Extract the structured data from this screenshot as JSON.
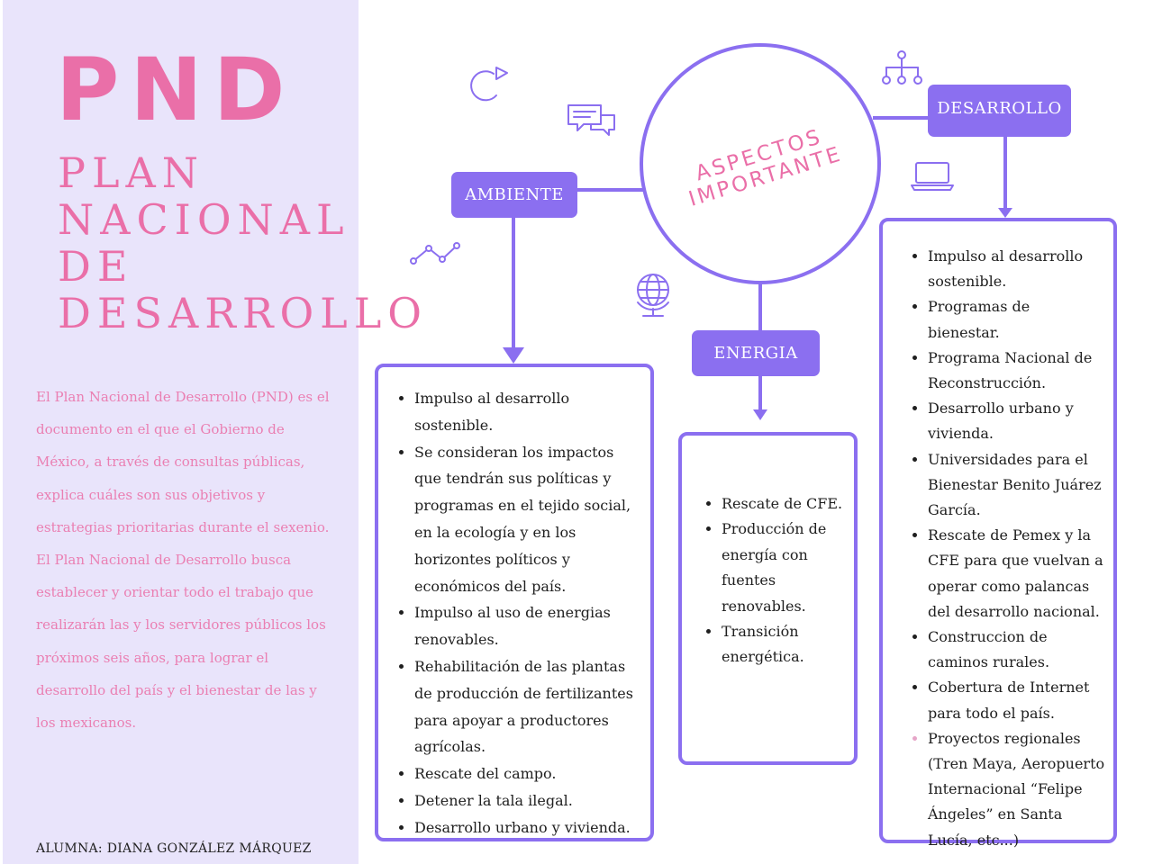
{
  "header": {
    "acronym": "PND",
    "fullname_lines": [
      "PLAN",
      "NACIONAL",
      "DE",
      "DESARROLLO"
    ]
  },
  "description": [
    "El Plan Nacional de Desarrollo (PND) es el documento en el que el Gobierno de México, a través de consultas públicas, explica cuáles son sus objetivos y estrategias prioritarias durante el sexenio.",
    "El Plan Nacional de Desarrollo busca establecer y orientar todo el trabajo que realizarán las y los servidores públicos los próximos seis años, para lograr el desarrollo del país y el bienestar de las y los mexicanos."
  ],
  "student": "ALUMNA: DIANA GONZÁLEZ MÁRQUEZ",
  "center": {
    "line1": "ASPECTOS",
    "line2": "IMPORTANTE"
  },
  "colors": {
    "accent": "#8b6ff0",
    "pink": "#ea6fa8",
    "panel": "#e9e4fb"
  },
  "icons": [
    "refresh-icon",
    "chat-icon",
    "hierarchy-icon",
    "laptop-icon",
    "line-graph-icon",
    "globe-icon"
  ],
  "branches": {
    "ambiente": {
      "label": "AMBIENTE",
      "items": [
        "Impulso al desarrollo sostenible.",
        "Se consideran los impactos que tendrán sus políticas y programas en el tejido social, en la ecología y en los horizontes políticos y económicos del país.",
        "Impulso al uso de energias renovables.",
        "Rehabilitación de las plantas de producción de fertilizantes para apoyar a productores agrícolas.",
        "Rescate del campo.",
        "Detener la tala ilegal.",
        "Desarrollo urbano y vivienda."
      ]
    },
    "energia": {
      "label": "ENERGIA",
      "items": [
        "Rescate de CFE.",
        "Producción de energía con fuentes renovables.",
        "Transición energética."
      ]
    },
    "desarrollo": {
      "label": "DESARROLLO",
      "items": [
        "Impulso al desarrollo sostenible.",
        "Programas de bienestar.",
        "Programa Nacional de Reconstrucción.",
        "Desarrollo urbano y vivienda.",
        "Universidades para el Bienestar Benito Juárez García.",
        "Rescate de Pemex y la CFE para que vuelvan a operar como palancas del desarrollo nacional.",
        "Construccion de caminos rurales.",
        "Cobertura de Internet para todo el país.",
        "Proyectos regionales (Tren Maya, Aeropuerto Internacional “Felipe Ángeles” en Santa Lucía, etc...)"
      ]
    }
  }
}
